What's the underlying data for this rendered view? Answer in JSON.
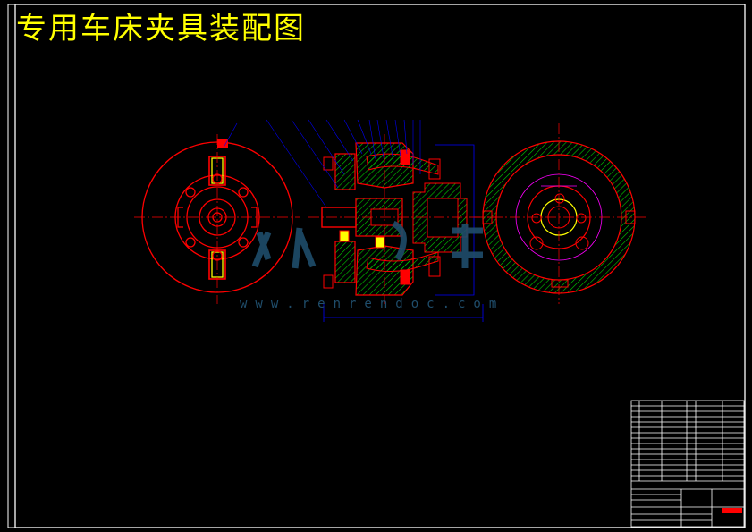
{
  "title": "专用车床夹具装配图",
  "watermark": {
    "text": "人人文库",
    "url": "www.renrendoc.com"
  },
  "colors": {
    "background": "#000000",
    "border": "#ffffff",
    "title": "#ffff00",
    "part_outline": "#ff0000",
    "hatch": "#00cc00",
    "dimension": "#ff00ff",
    "centerline": "#ff0000",
    "watermark": "#1f4d6b"
  }
}
